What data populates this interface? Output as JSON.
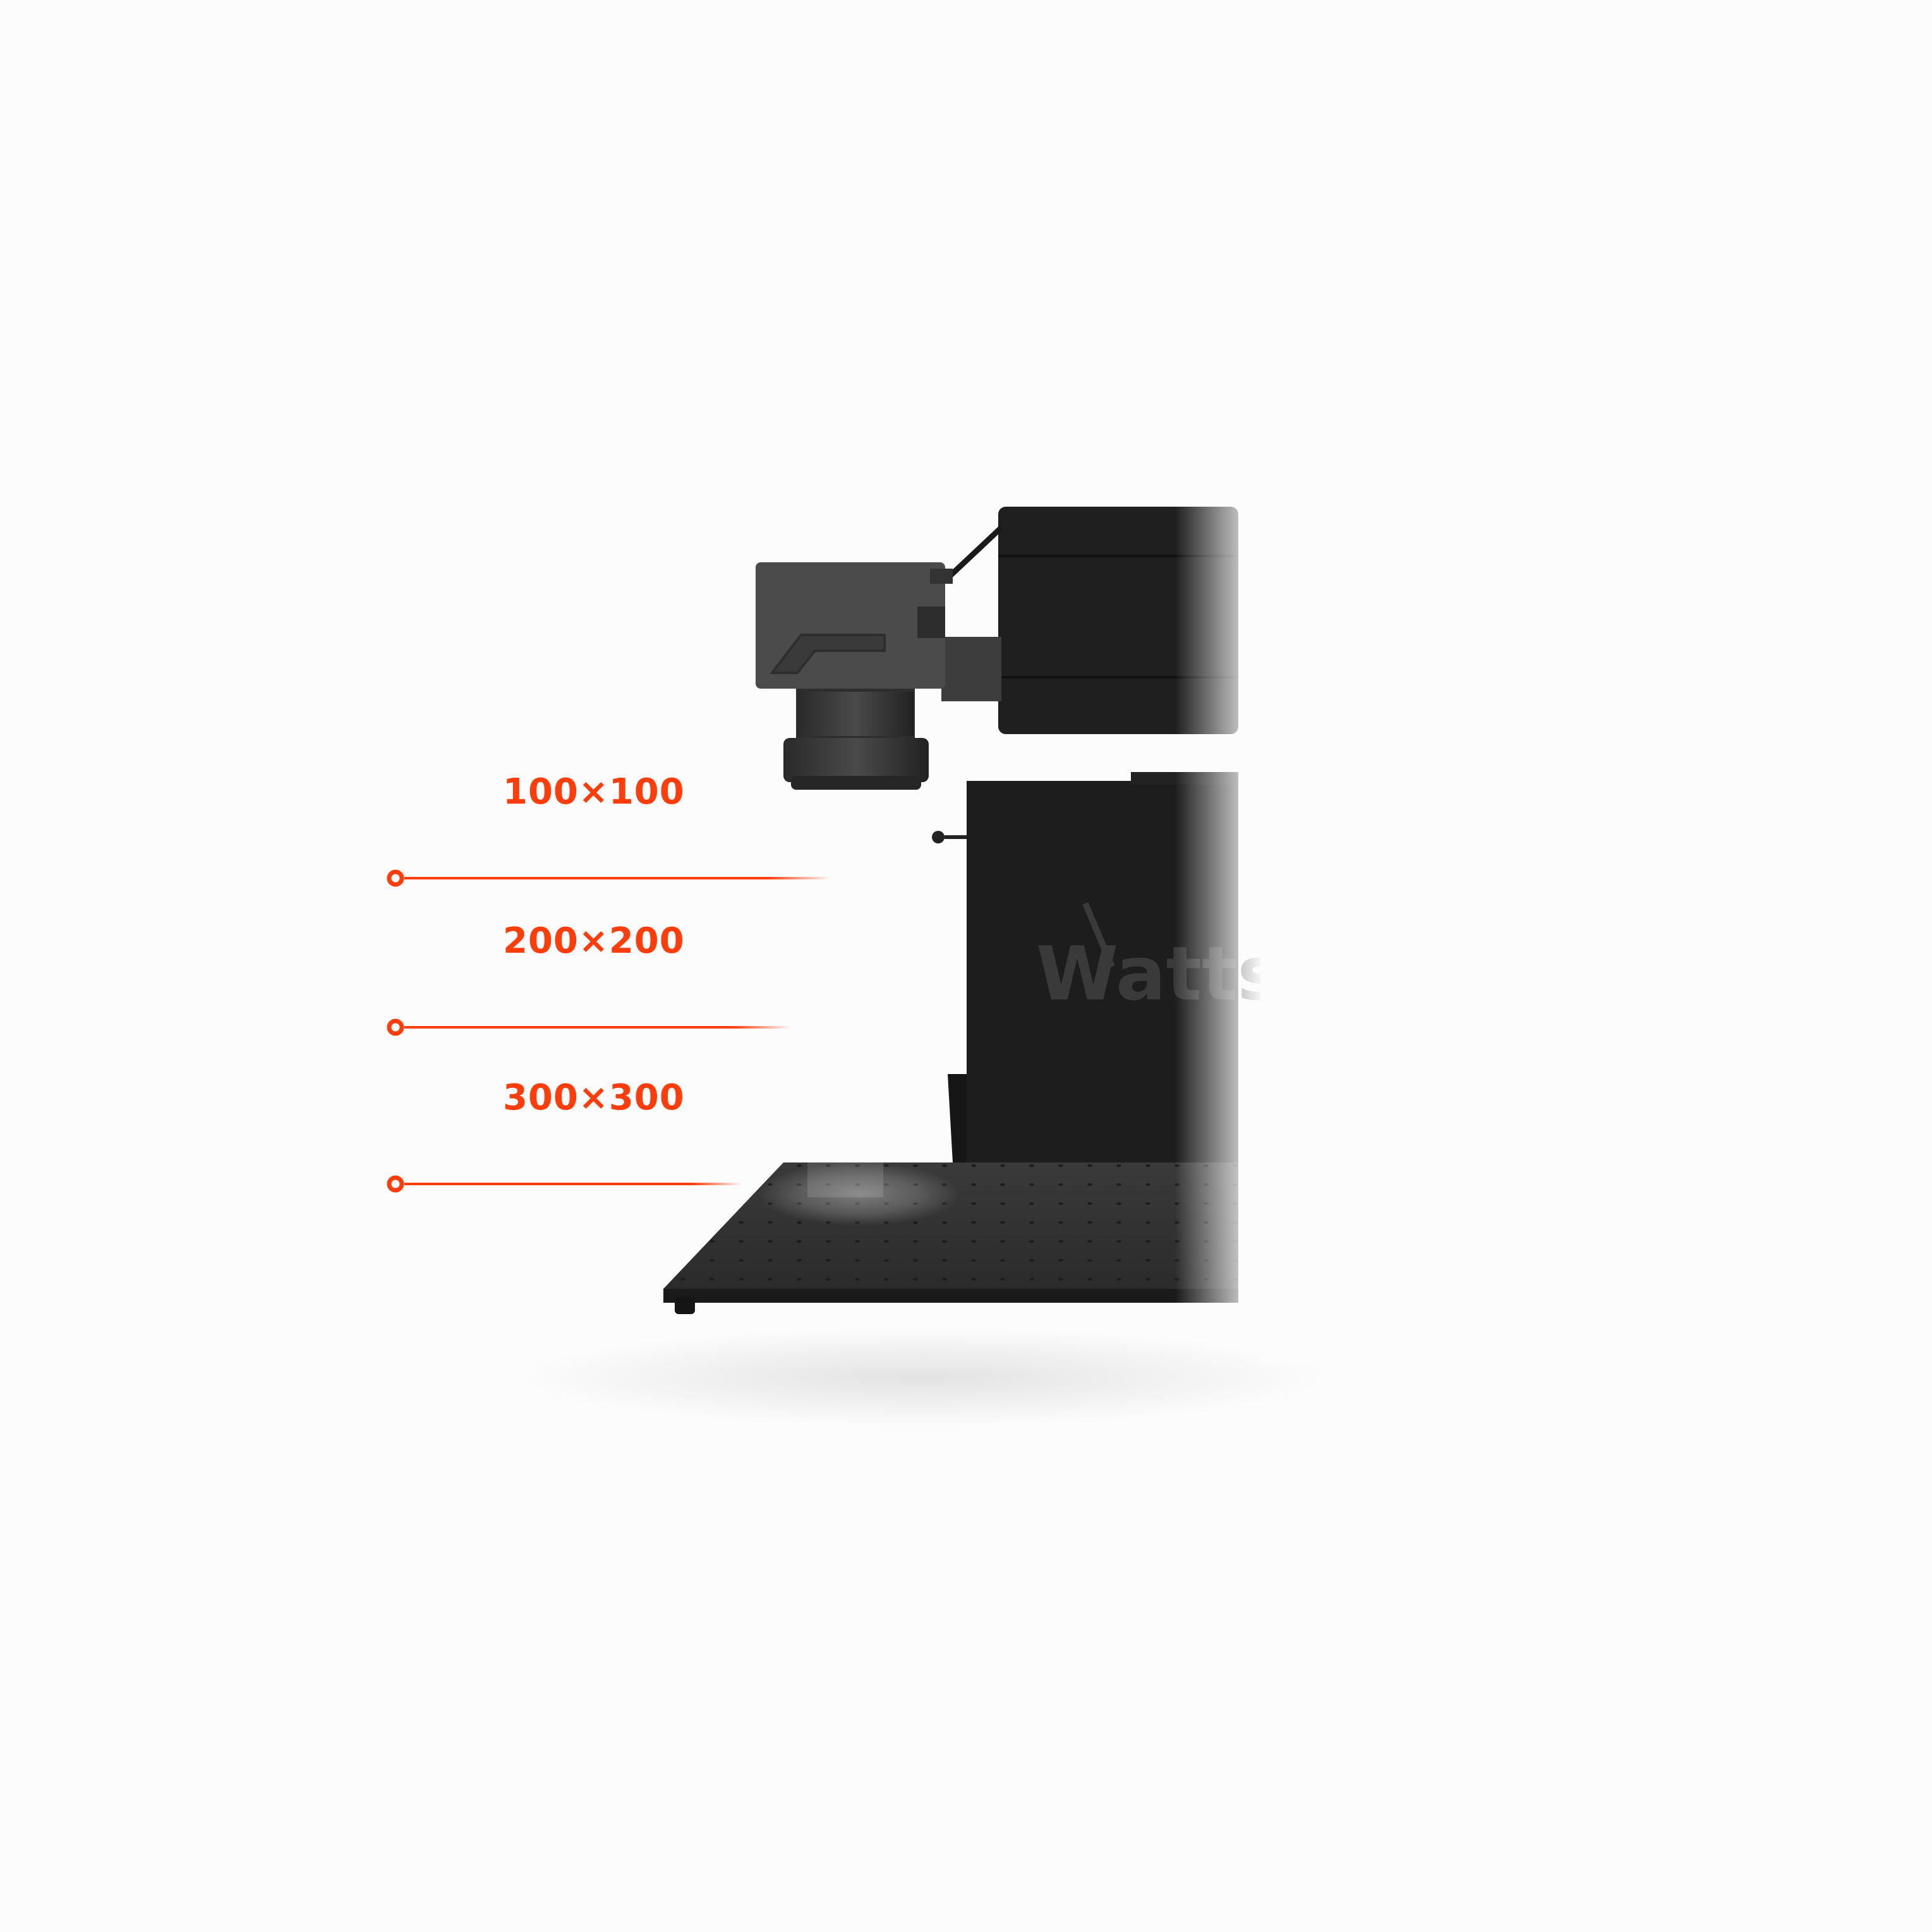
{
  "accent_color": "#ff3d0a",
  "background_color": "#fcfcfc",
  "machine_color": "#1e1e1e",
  "field_sizes": [
    {
      "label": "100×100"
    },
    {
      "label": "200×200"
    },
    {
      "label": "300×300"
    }
  ],
  "machine": {
    "brand": "Wattsa"
  },
  "icons": [
    "marker-dot-icon"
  ]
}
